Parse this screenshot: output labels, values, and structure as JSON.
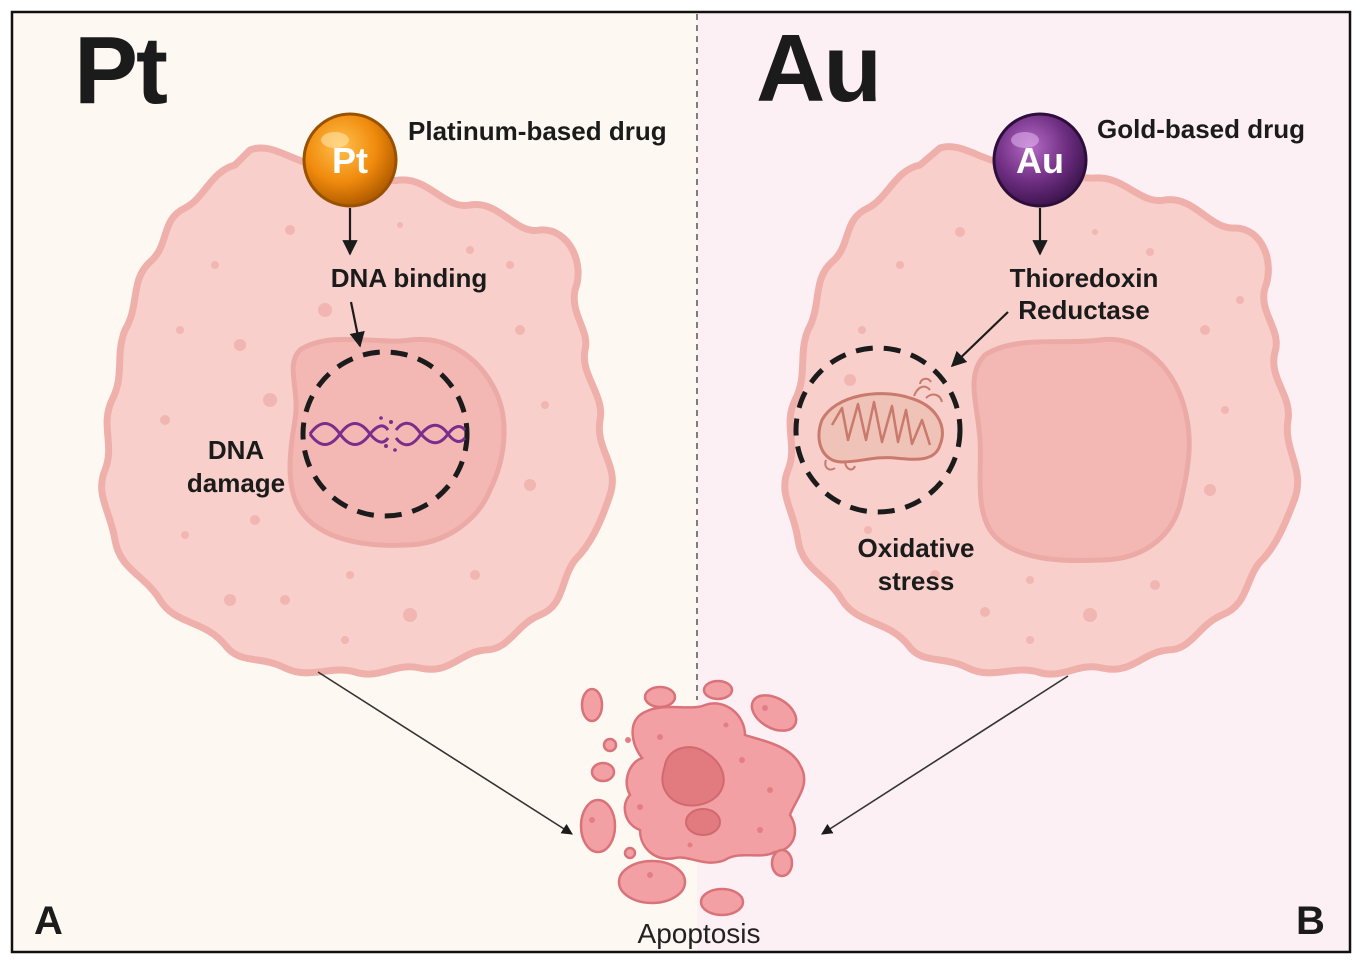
{
  "panels": {
    "left": {
      "metal_symbol": "Pt",
      "drug_label": "Platinum-based drug",
      "ion_symbol": "Pt",
      "step1_label": "DNA binding",
      "damage_label_line1": "DNA",
      "damage_label_line2": "damage",
      "corner_letter": "A",
      "ion_color": "#e8830a",
      "background_color": "#fdf9f2"
    },
    "right": {
      "metal_symbol": "Au",
      "drug_label": "Gold-based drug",
      "ion_symbol": "Au",
      "step1_label_line1": "Thioredoxin",
      "step1_label_line2": "Reductase",
      "stress_label_line1": "Oxidative",
      "stress_label_line2": "stress",
      "corner_letter": "B",
      "ion_color": "#6b2d7c",
      "background_color": "#fdf0f5"
    }
  },
  "outcome": {
    "label": "Apoptosis"
  },
  "colors": {
    "cell_fill": "#f8cfcb",
    "cell_stroke": "#efb0ab",
    "nucleus_fill": "#f3b8b3",
    "apoptotic_fill": "#f2a0a3",
    "apoptotic_stroke": "#d97379",
    "dna_color": "#7b2d8b",
    "arrow_color": "#1b1b1b"
  },
  "icons": [
    "pt-ion-icon",
    "au-ion-icon",
    "dna-helix-icon",
    "mitochondrion-icon",
    "apoptotic-cell-icon"
  ]
}
